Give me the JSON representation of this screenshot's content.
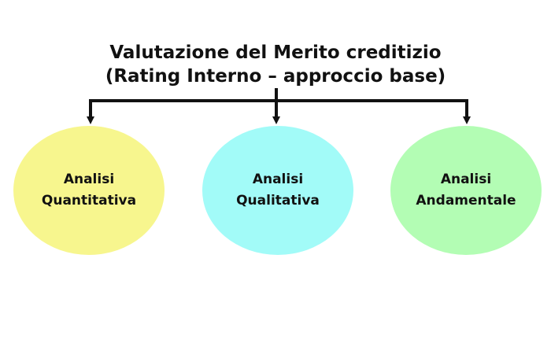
{
  "diagram": {
    "title_line_1": "Valutazione del Merito creditizio",
    "title_line_2": "(Rating Interno – approccio base)",
    "connector_color": "#111111",
    "nodes": [
      {
        "line1": "Analisi",
        "line2": "Quantitativa",
        "fill": "#f7f68e"
      },
      {
        "line1": "Analisi",
        "line2": "Qualitativa",
        "fill": "#a2fbf8"
      },
      {
        "line1": "Analisi",
        "line2": "Andamentale",
        "fill": "#b3fdb4"
      }
    ]
  }
}
